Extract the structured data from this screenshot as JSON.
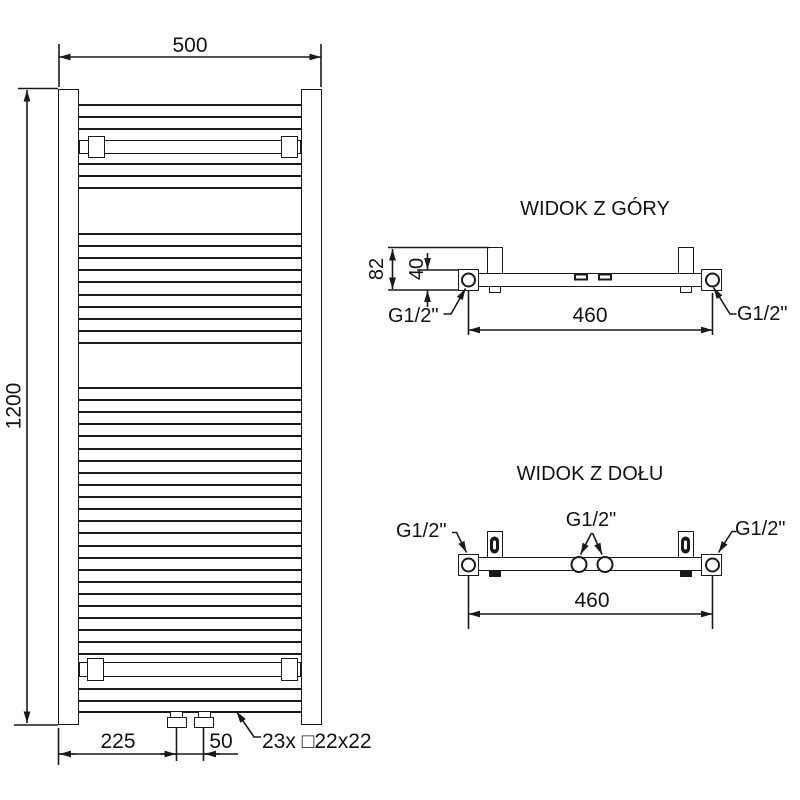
{
  "front_view": {
    "dim_width": "500",
    "dim_height": "1200",
    "dim_valve_offset": "225",
    "dim_valve_spacing": "50",
    "note_profiles": "23x □22x22"
  },
  "top_view": {
    "title": "WIDOK Z GÓRY",
    "dim_depth": "82",
    "dim_collector_depth": "40",
    "dim_connections": "460",
    "label_left_connection": "G1/2\"",
    "label_right_connection": "G1/2\""
  },
  "bottom_view": {
    "title": "WIDOK Z DOŁU",
    "dim_connections": "460",
    "label_left_connection": "G1/2\"",
    "label_center_connections": "G1/2\"",
    "label_right_connection": "G1/2\""
  }
}
